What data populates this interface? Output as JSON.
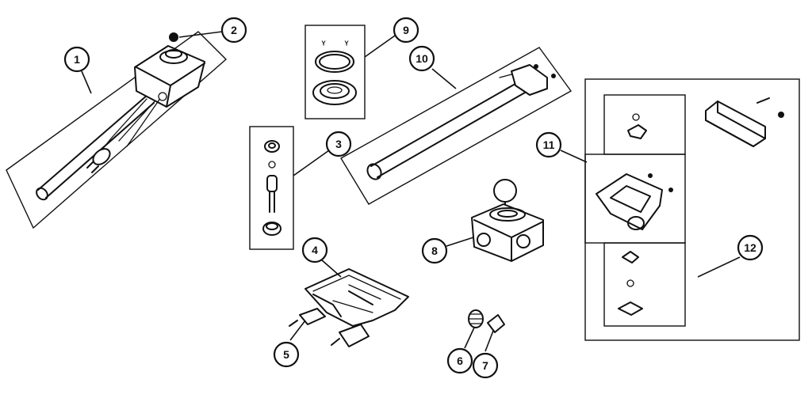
{
  "callouts": [
    {
      "id": "c1",
      "label": "1"
    },
    {
      "id": "c2",
      "label": "2"
    },
    {
      "id": "c3",
      "label": "3"
    },
    {
      "id": "c4",
      "label": "4"
    },
    {
      "id": "c5",
      "label": "5"
    },
    {
      "id": "c6",
      "label": "6"
    },
    {
      "id": "c7",
      "label": "7"
    },
    {
      "id": "c8",
      "label": "8"
    },
    {
      "id": "c9",
      "label": "9"
    },
    {
      "id": "c10",
      "label": "10"
    },
    {
      "id": "c11",
      "label": "11"
    },
    {
      "id": "c12",
      "label": "12"
    }
  ],
  "colors": {
    "ink": "#111111",
    "paper": "#ffffff"
  }
}
